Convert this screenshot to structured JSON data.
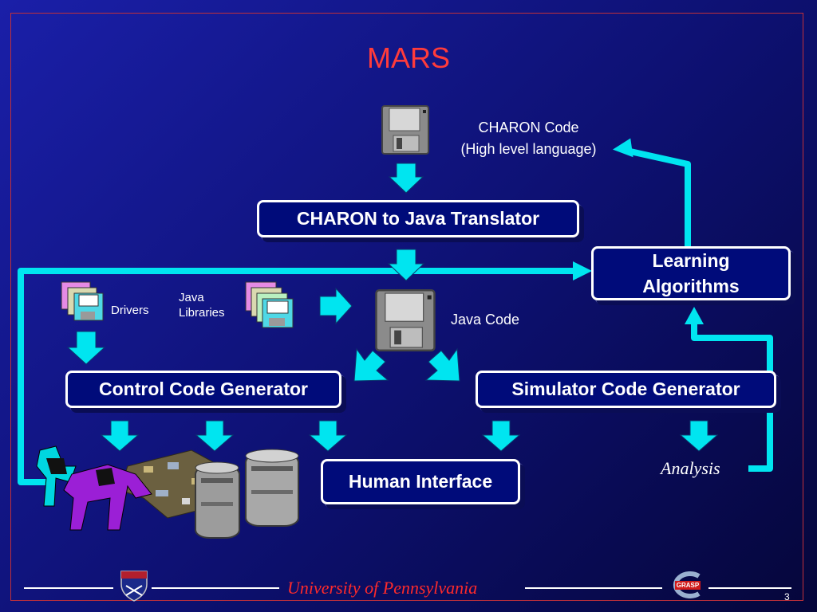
{
  "title": "MARS",
  "labels": {
    "charon_code_line1": "CHARON Code",
    "charon_code_line2": "(High level language)",
    "drivers": "Drivers",
    "java_libraries_line1": "Java",
    "java_libraries_line2": "Libraries",
    "java_code": "Java Code",
    "analysis": "Analysis"
  },
  "boxes": {
    "translator": "CHARON to Java Translator",
    "learning_line1": "Learning",
    "learning_line2": "Algorithms",
    "control": "Control Code Generator",
    "simulator": "Simulator Code Generator",
    "human": "Human Interface"
  },
  "footer": {
    "university": "University of Pennsylvania",
    "grasp_logo_text": "GRASP",
    "page": "3"
  },
  "colors": {
    "arrow": "#00e5f0",
    "title": "#ff3b3b",
    "footer_text": "#ff2a2a",
    "box_border": "#ffffff"
  },
  "icons": [
    "floppy-disk-icon",
    "stacked-disks-icon",
    "down-arrow-icon",
    "robot-dog-icon",
    "circuit-board-icon",
    "robot-cylinder-icon",
    "penn-shield-icon",
    "grasp-logo-icon"
  ]
}
